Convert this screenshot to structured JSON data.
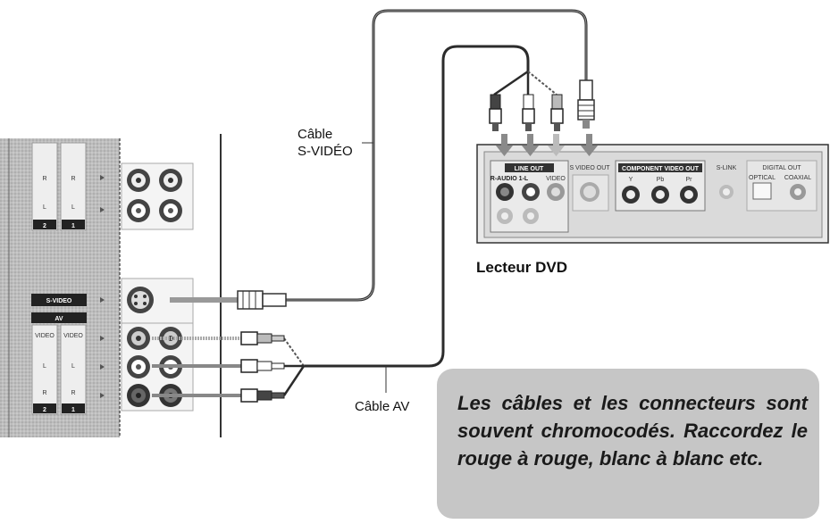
{
  "labels": {
    "svideo_cable": [
      "Câble",
      "S-VIDÉO"
    ],
    "av_cable": "Câble AV",
    "dvd_player": "Lecteur DVD"
  },
  "note": "Les câbles et les connecteurs sont souvent chromocodés. Raccordez le rouge à rouge, blanc à blanc etc.",
  "tv_panel": {
    "top_group": {
      "rows": [
        "R",
        "L"
      ],
      "inputs": [
        "2",
        "1"
      ]
    },
    "svideo_tag": "S-VIDEO",
    "av_tag": "AV",
    "av_rows": [
      "VIDEO",
      "L",
      "R"
    ],
    "av_inputs": [
      "2",
      "1"
    ]
  },
  "dvd_panel": {
    "line_out": "LINE OUT",
    "audio_sub": "R-AUDIO 1-L",
    "video_sub": "VIDEO",
    "svideo_out": "S VIDEO OUT",
    "component_out": "COMPONENT VIDEO OUT",
    "component_jacks": [
      "Y",
      "Pb",
      "Pr"
    ],
    "slink": "S-LINK",
    "digital_out": "DIGITAL OUT",
    "optical": "OPTICAL",
    "coaxial": "COAXIAL"
  },
  "colors": {
    "panel_gray": "#c8c8c8",
    "cable_gray": "#9a9a9a",
    "note_bg": "#c6c6c6"
  }
}
